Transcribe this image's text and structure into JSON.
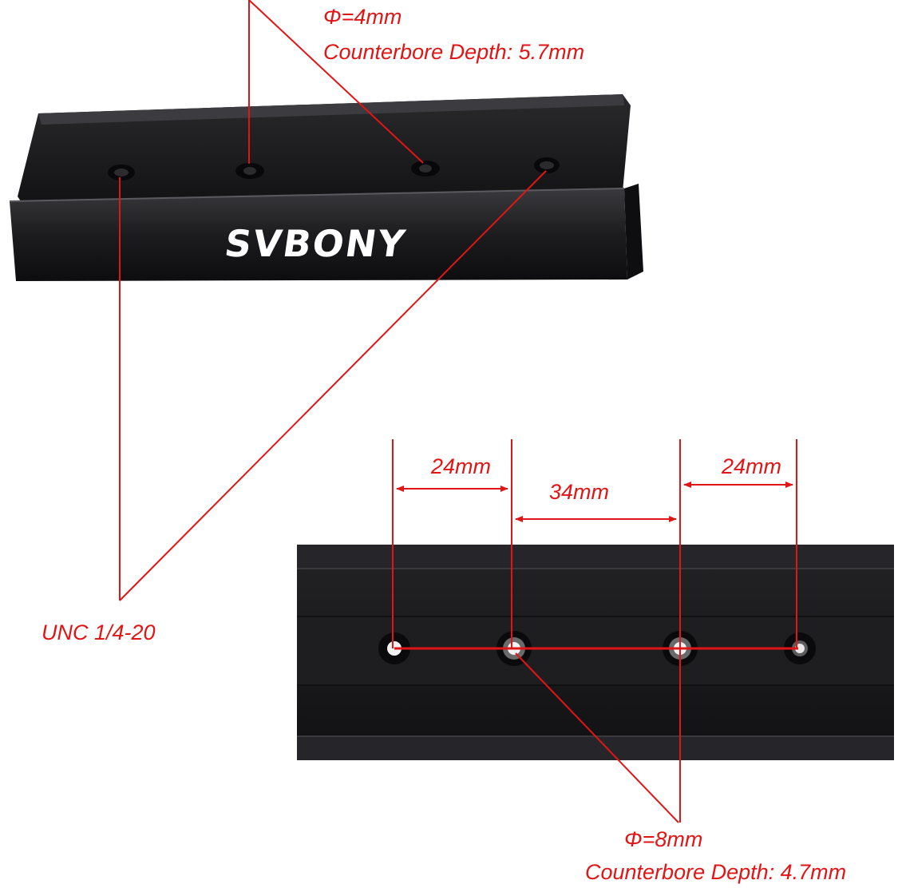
{
  "product": {
    "brand": "SVBONY"
  },
  "annotations": {
    "top_hole_diameter": "Φ=4mm",
    "top_counterbore": "Counterbore Depth: 5.7mm",
    "thread_spec": "UNC 1/4-20",
    "bottom_hole_diameter": "Φ=8mm",
    "bottom_counterbore": "Counterbore Depth: 4.7mm"
  },
  "dimensions": {
    "left_spacing": "24mm",
    "middle_spacing": "34mm",
    "right_spacing": "24mm"
  },
  "colors": {
    "annotation": "#e01616",
    "rail": "#1b1b1d",
    "background": "#ffffff"
  }
}
